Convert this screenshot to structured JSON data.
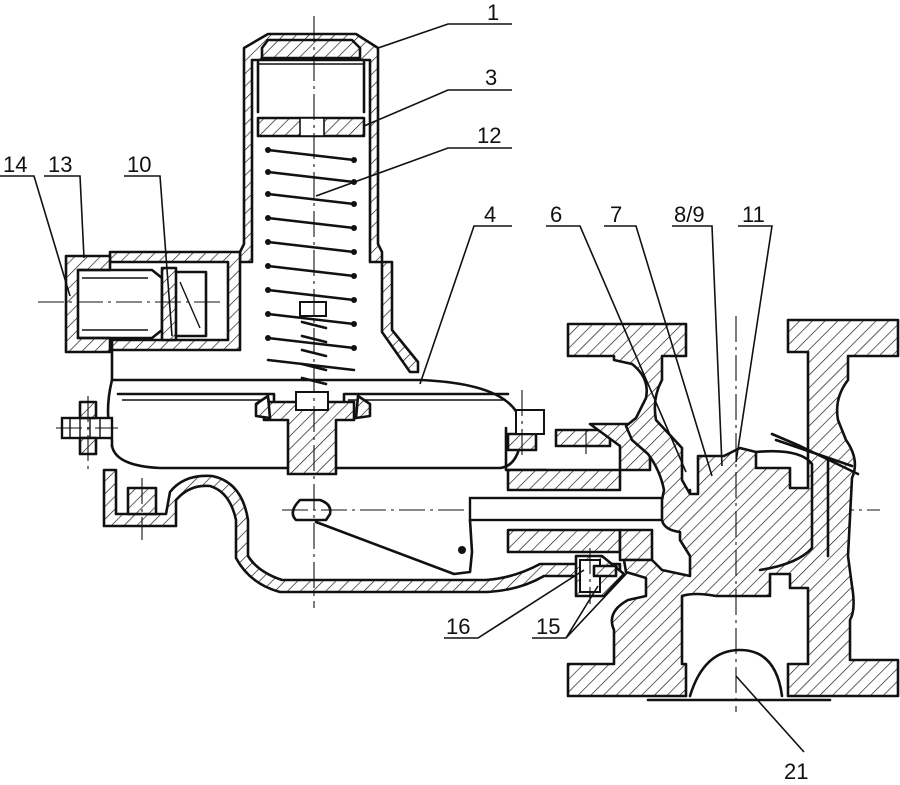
{
  "drawing": {
    "type": "sectional assembly drawing",
    "callouts": [
      "1",
      "3",
      "12",
      "14",
      "13",
      "10",
      "4",
      "6",
      "7",
      "8/9",
      "11",
      "16",
      "15",
      "21"
    ]
  },
  "labels": {
    "c1": "1",
    "c3": "3",
    "c12": "12",
    "c14": "14",
    "c13": "13",
    "c10": "10",
    "c4": "4",
    "c6": "6",
    "c7": "7",
    "c89": "8/9",
    "c11": "11",
    "c16": "16",
    "c15": "15",
    "c21": "21"
  }
}
